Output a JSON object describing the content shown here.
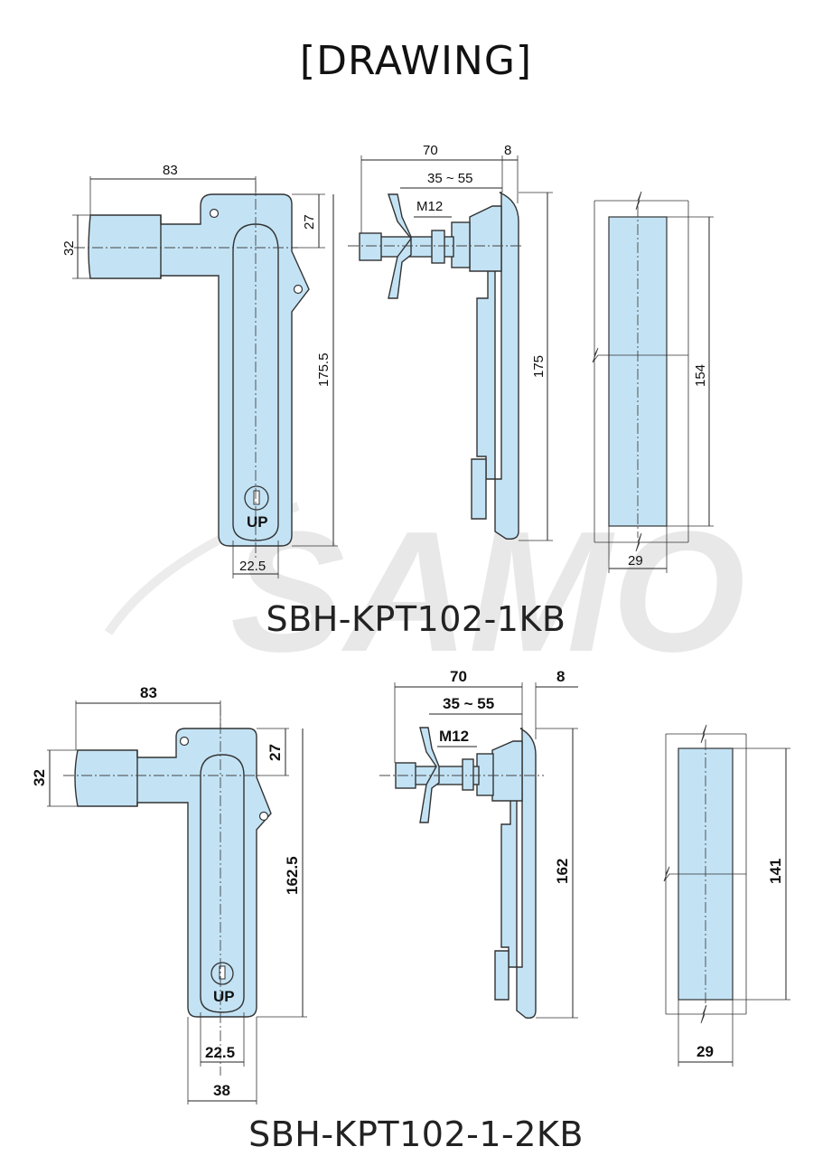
{
  "title": "[DRAWING]",
  "watermark": "SAMO",
  "models": [
    {
      "name": "SBH-KPT102-1KB",
      "dims": {
        "width_total": "83",
        "arm_height": "32",
        "arm_offset": "27",
        "body_height": "175.5",
        "face_width": "22.5",
        "side_depth": "70",
        "flange": "8",
        "grip_range": "35 ~ 55",
        "thread": "M12",
        "side_height": "175",
        "cutout_height": "154",
        "cutout_width": "29"
      },
      "key_mark": "UP"
    },
    {
      "name": "SBH-KPT102-1-2KB",
      "dims": {
        "width_total": "83",
        "arm_height": "32",
        "arm_offset": "27",
        "body_height": "162.5",
        "face_width": "22.5",
        "body_width": "38",
        "side_depth": "70",
        "flange": "8",
        "grip_range": "35 ~ 55",
        "thread": "M12",
        "side_height": "162",
        "cutout_height": "141",
        "cutout_width": "29"
      },
      "key_mark": "UP"
    }
  ],
  "colors": {
    "part_fill": "#c3e3f5",
    "line": "#333333"
  }
}
